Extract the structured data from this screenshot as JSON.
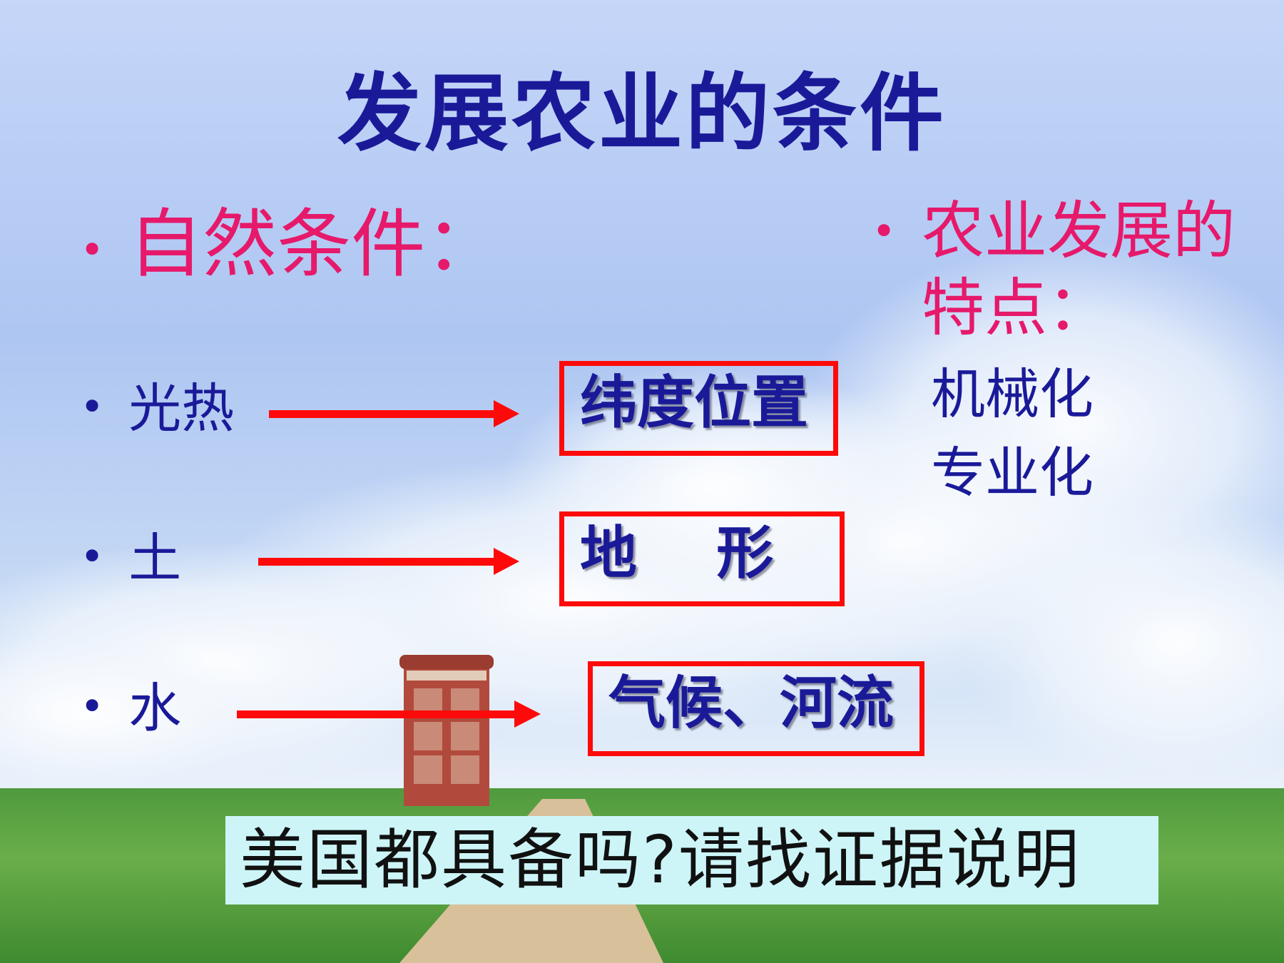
{
  "title": "发展农业的条件",
  "left_section": {
    "heading": "自然条件：",
    "items": [
      {
        "label": "光热",
        "target": "纬度位置"
      },
      {
        "label": "土",
        "target": "地    形"
      },
      {
        "label": "水",
        "target": "气候、河流"
      }
    ]
  },
  "right_section": {
    "heading": "农业发展的特点：",
    "features": [
      "机械化",
      "专业化"
    ]
  },
  "question": "美国都具备吗?请找证据说明",
  "colors": {
    "title": "#1a1a99",
    "heading": "#e6196b",
    "arrow": "#ff0a0a",
    "question_bg": "#cdf5f8"
  },
  "icons": {
    "bullet": "bullet-dot-icon",
    "arrow": "right-arrow-icon"
  }
}
